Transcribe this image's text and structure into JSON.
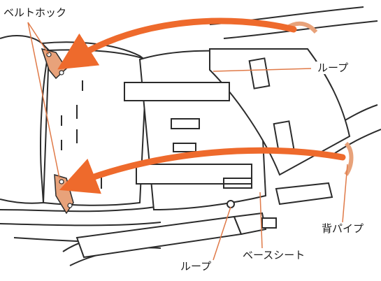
{
  "labels": {
    "belt_hook": "ベルトホック",
    "loop_top": "ループ",
    "back_pipe": "背パイプ",
    "base_sheet": "ベースシート",
    "loop_bottom": "ループ"
  },
  "colors": {
    "arrow": "#ee6a2c",
    "hook": "#e8a27a",
    "line": "#2b2b2b",
    "sheet": "#ffffff"
  }
}
